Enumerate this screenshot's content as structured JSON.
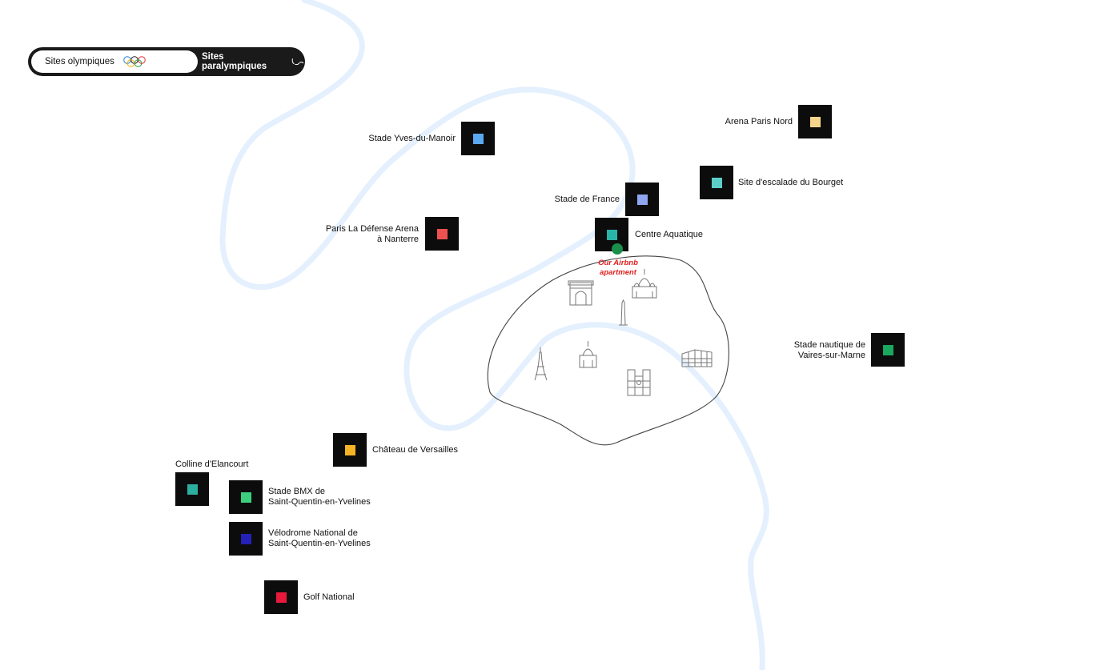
{
  "toggle": {
    "olympic_label": "Sites olympiques",
    "paralympic_label": "Sites paralympiques",
    "active": "paralympic"
  },
  "colors": {
    "river": "#e4f0fd",
    "paris_outline": "#444444",
    "marker_bg": "#0c0c0c",
    "airbnb_dot": "#1a8f4b",
    "airbnb_text": "#e02020"
  },
  "venues": [
    {
      "id": "stade-yves-du-manoir",
      "name": "Stade Yves-du-Manoir",
      "color": "#5aa9f0"
    },
    {
      "id": "arena-paris-nord",
      "name": "Arena Paris Nord",
      "color": "#f5d58b"
    },
    {
      "id": "site-escalade-bourget",
      "name": "Site d'escalade du Bourget",
      "color": "#5ccfc9"
    },
    {
      "id": "stade-de-france",
      "name": "Stade de France",
      "color": "#8ea7f0"
    },
    {
      "id": "paris-la-defense-arena",
      "name_line1": "Paris La Défense Arena",
      "name_line2": "à Nanterre",
      "color": "#ef5150"
    },
    {
      "id": "centre-aquatique",
      "name": "Centre Aquatique",
      "color": "#29b3a8"
    },
    {
      "id": "stade-nautique-vaires",
      "name_line1": "Stade nautique de",
      "name_line2": "Vaires-sur-Marne",
      "color": "#1aa85f"
    },
    {
      "id": "chateau-de-versailles",
      "name": "Château de Versailles",
      "color": "#f5b325"
    },
    {
      "id": "colline-elancourt",
      "name": "Colline d'Elancourt",
      "color": "#2bb0a0"
    },
    {
      "id": "stade-bmx",
      "name_line1": "Stade BMX de",
      "name_line2": "Saint-Quentin-en-Yvelines",
      "color": "#3ccf7e"
    },
    {
      "id": "velodrome-national",
      "name_line1": "Vélodrome National de",
      "name_line2": "Saint-Quentin-en-Yvelines",
      "color": "#2521b8"
    },
    {
      "id": "golf-national",
      "name": "Golf National",
      "color": "#e8193c"
    }
  ],
  "airbnb": {
    "line1": "Our Airbnb",
    "line2": "apartment"
  },
  "landmarks": [
    "arc-de-triomphe-icon",
    "sacre-coeur-icon",
    "obelisk-icon",
    "eiffel-tower-icon",
    "invalides-icon",
    "notre-dame-icon",
    "building-icon"
  ]
}
